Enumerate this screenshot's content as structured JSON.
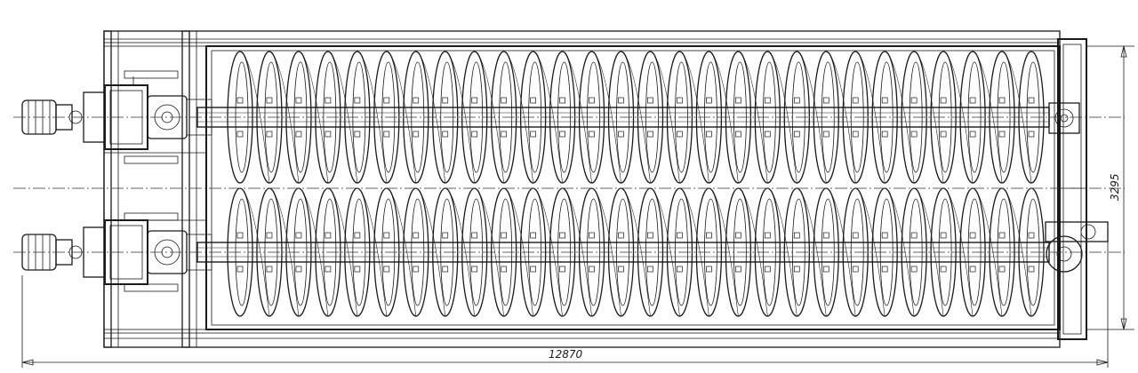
{
  "drawing": {
    "dimension_length": "12870",
    "dimension_width": "3295"
  },
  "screws": [
    {
      "id": "upper-screw",
      "flights": 28
    },
    {
      "id": "lower-screw",
      "flights": 28
    }
  ],
  "colors": {
    "line": "#1a1a1a",
    "background": "#ffffff"
  }
}
